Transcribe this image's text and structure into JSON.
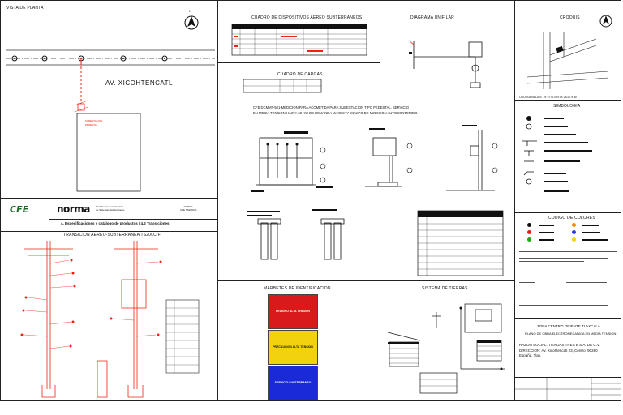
{
  "sheet": {
    "plan_view_title": "VISTA DE PLANTA",
    "street_name": "AV. XICOHTENCATL",
    "devices_table_title": "CUADRO DE DISPOSITIVOS AEREO SUBTERRANEOS",
    "single_line_title": "DIAGRAMA UNIFILAR",
    "sketch_title": "CROQUIS",
    "loads_table_title": "CUADRO DE CARGAS",
    "coordinates": "COORDENADAS: 19°27'N 0°N 98°25'27.9\"W",
    "symbology_title": "SIMBOLOGIA",
    "main_drawing_title_1": "CFE DCMMT-501-MEDICION PARA ACOMETIDA PARA SUBESTACION TIPO PEDESTAL. SERVICIO",
    "main_drawing_title_2": "EN MEDIA TENSION HASTA 50 KW DE DEMANDA MAXIMA Y EQUIPO DE MEDICION AUTOCONTENIDO.",
    "color_code_title": "CODIGO DE COLORES",
    "transition_title": "TRANSICION AEREO-SUBTERRANEA TS200C/F",
    "warning_labels_title": "MARBETES DE IDENTIFICACION",
    "grounding_title": "SISTEMA DE TIERRAS",
    "cfe_logo": "CFE",
    "norma_logo": "norma",
    "norma_subtitle_1": "Distribución-Construcción",
    "norma_subtitle_2": "de Sistemas Subterráneos",
    "norma_label": "NORMA",
    "norma_code": "CFE TS200C/F",
    "specs_line": "4. Especificaciones y catálogo de productos / 4.2 Transiciones",
    "zone": "ZONA CENTRO ORIENTE TLAXCALA",
    "plan_subtitle": "PLANO DE OBRA ELECTROMECANICA EN MEDIA TENSION",
    "company": "RAZON SOCIAL: TIENDAS TRES B S.A. DE C.V.",
    "address_1": "DIRECCION: Av. Xicohtencatl 23, Centro, 90280",
    "address_2": "España, Tlax.",
    "north_label": "N",
    "warning_labels": [
      {
        "color": "#d81a1a",
        "text": "PELIGRO ALTA TENSION"
      },
      {
        "color": "#f2d20d",
        "text": "PRECAUCION ALTA TENSION"
      },
      {
        "color": "#1a2ad8",
        "text": "SERVICIO SUBTERRANEO"
      }
    ],
    "color_code_dots": [
      "#111111",
      "#e81a1a",
      "#1aaa1a",
      "#f28a0a",
      "#2a3ad8",
      "#f2d20d"
    ]
  }
}
